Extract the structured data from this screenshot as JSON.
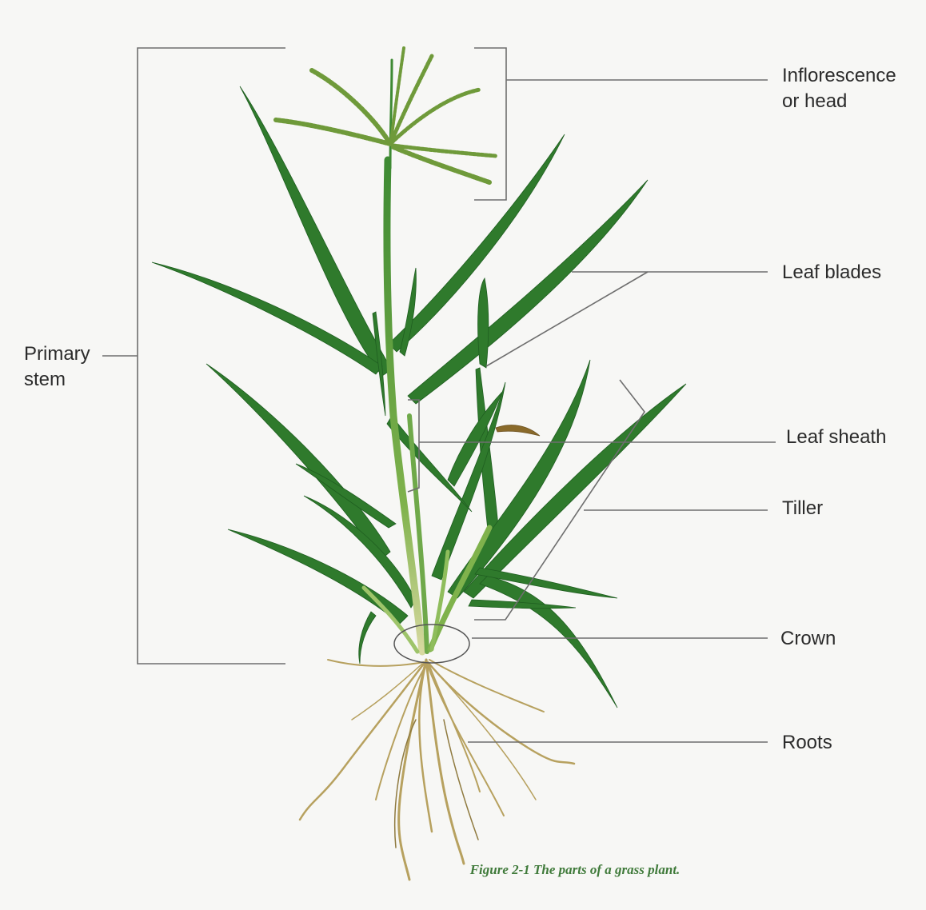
{
  "labels": {
    "inflorescence": "Inflorescence\nor head",
    "leaf_blades": "Leaf blades",
    "primary_stem": "Primary\nstem",
    "leaf_sheath": "Leaf sheath",
    "tiller": "Tiller",
    "crown": "Crown",
    "roots": "Roots"
  },
  "caption": "Figure 2-1 The parts of a grass plant.",
  "colors": {
    "background": "#f7f7f5",
    "leaf": "#2f7a2c",
    "leaf_dark": "#1f5e20",
    "leaf_light": "#6fa94a",
    "root": "#b7a15f",
    "leader_line": "#6e6e6e",
    "caption": "#3f7a3a"
  }
}
